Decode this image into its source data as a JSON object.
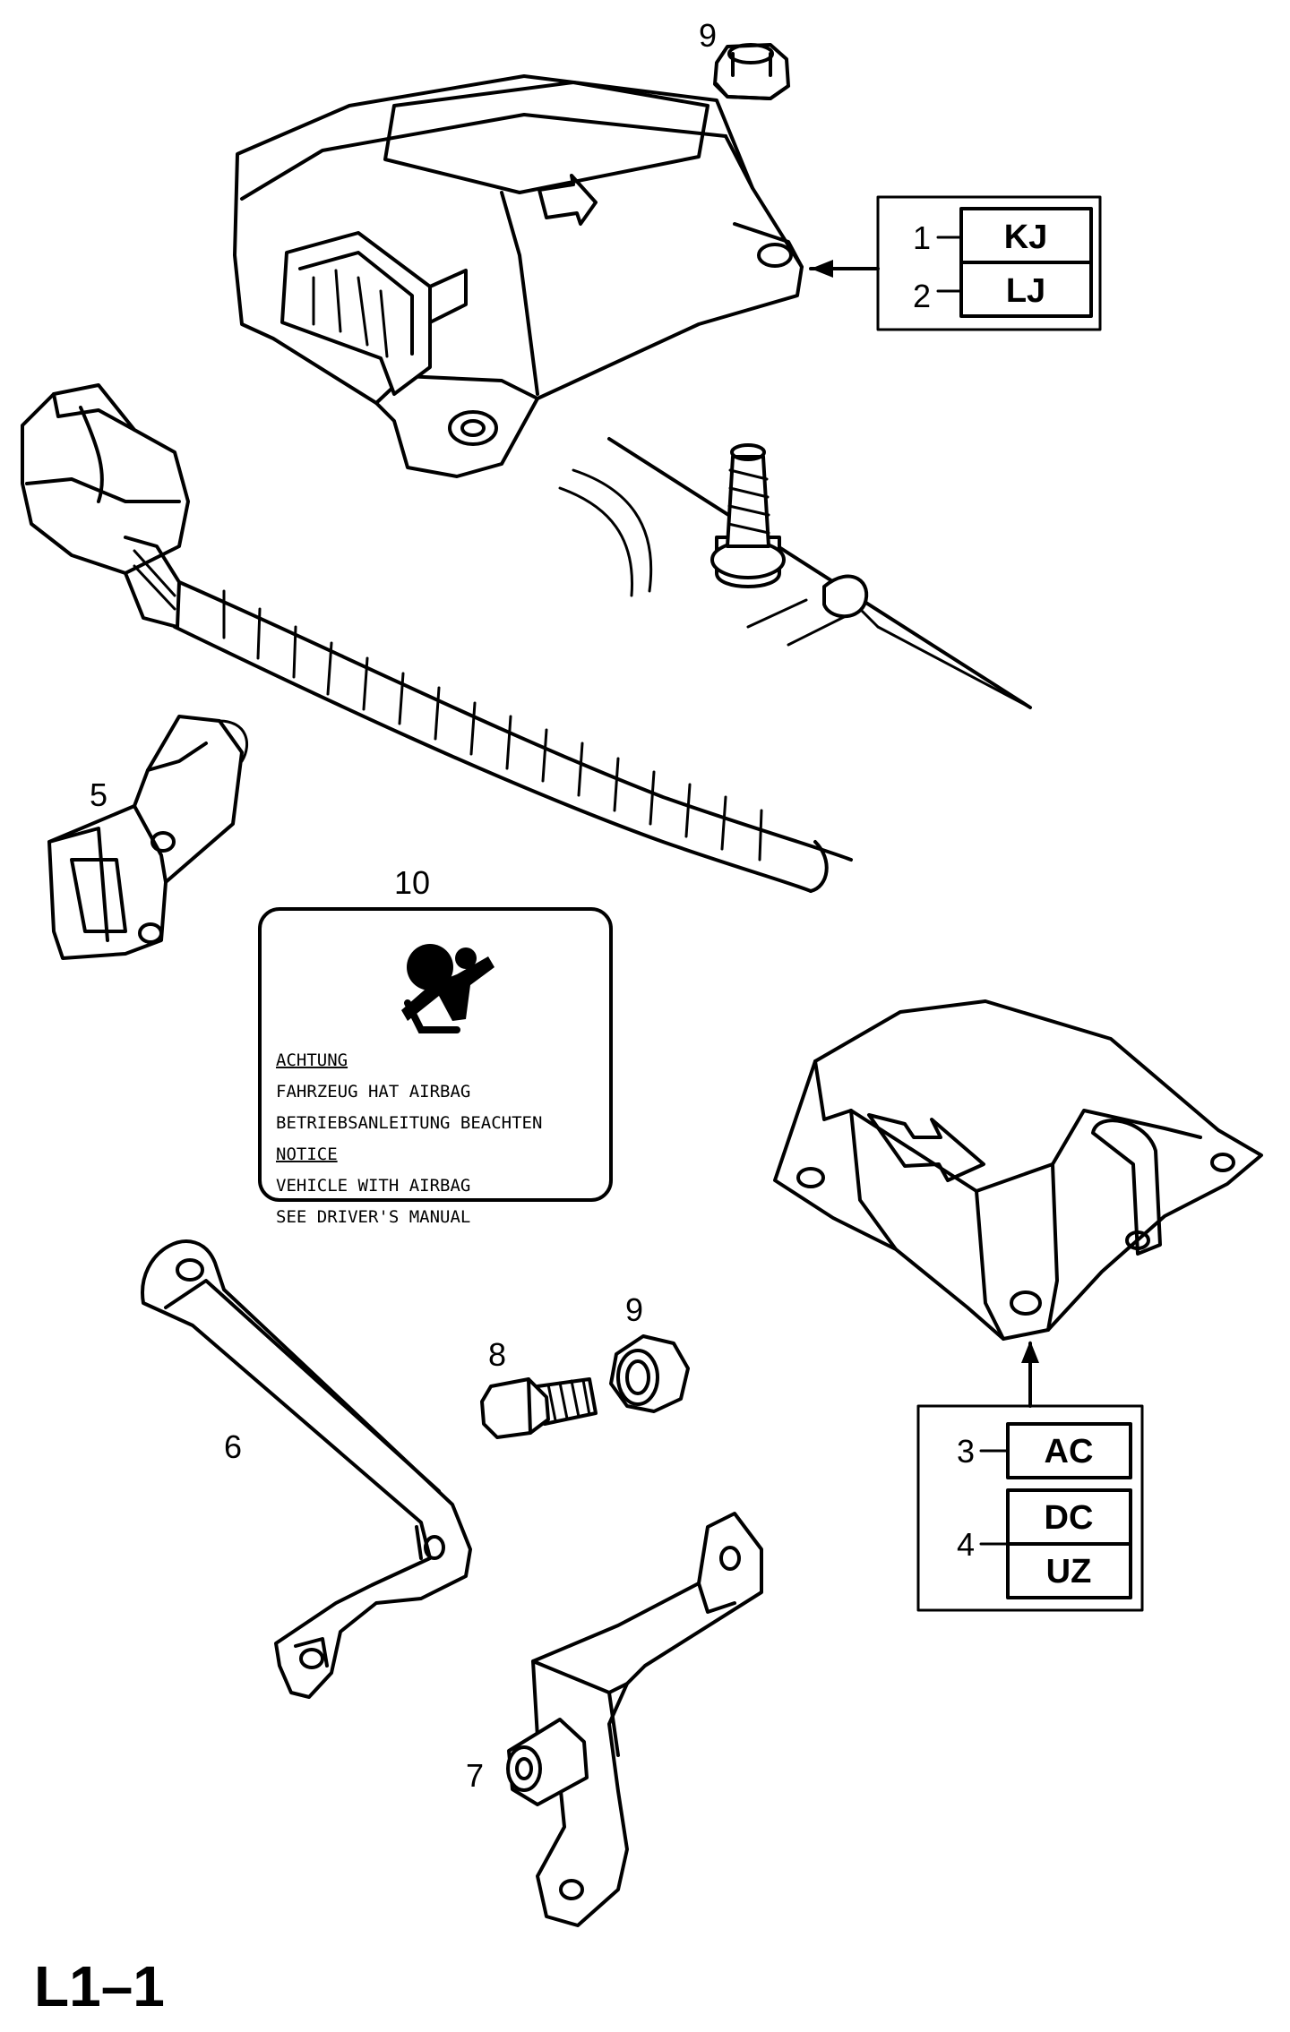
{
  "page_id": "L1–1",
  "callouts": {
    "c1": "1",
    "c2": "2",
    "c3": "3",
    "c4": "4",
    "c5": "5",
    "c6": "6",
    "c7": "7",
    "c8": "8",
    "c9a": "9",
    "c9b": "9",
    "c10": "10"
  },
  "variant_table_top": {
    "row1": "KJ",
    "row2": "LJ"
  },
  "variant_table_bottom": {
    "row1": "AC",
    "row2": "DC",
    "row3": "UZ"
  },
  "warning_label": {
    "lines": [
      "ACHTUNG",
      "FAHRZEUG HAT AIRBAG",
      "BETRIEBSANLEITUNG BEACHTEN",
      "NOTICE",
      "VEHICLE WITH AIRBAG",
      "SEE DRIVER'S MANUAL"
    ]
  }
}
